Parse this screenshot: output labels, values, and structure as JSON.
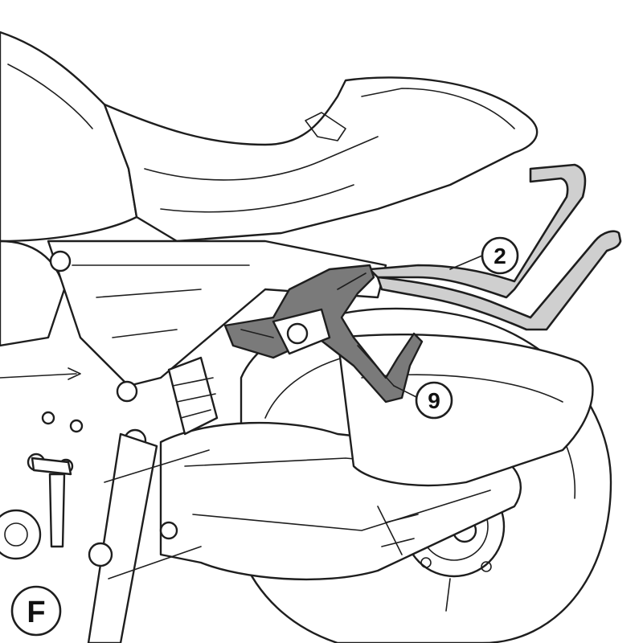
{
  "callouts": {
    "part_2": "2",
    "part_9": "9",
    "view_f": "F"
  },
  "colors": {
    "line": "#1e1e1e",
    "rack_fill": "#cfcfcf",
    "bracket_fill": "#7a7a7a",
    "background": "#ffffff"
  }
}
